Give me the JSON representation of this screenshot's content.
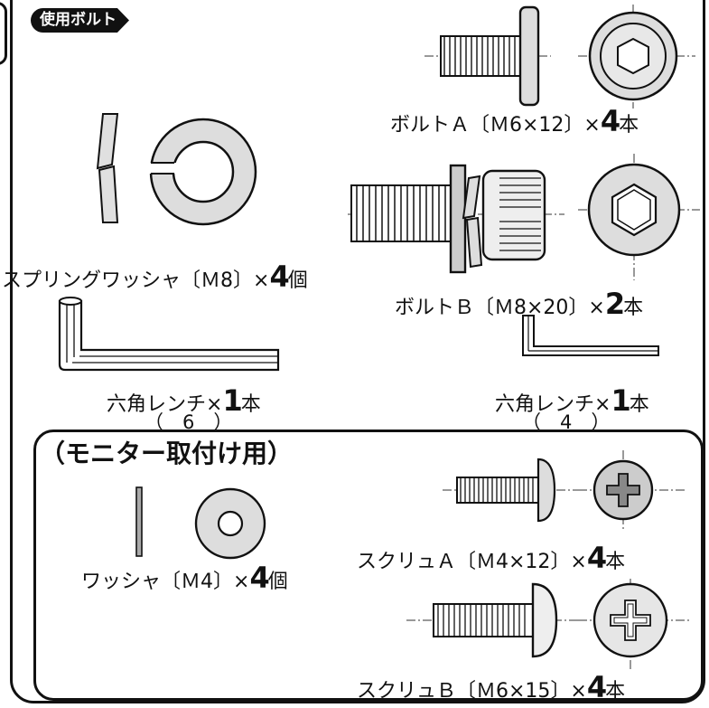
{
  "badge": "使用ボルト",
  "bolt_a": {
    "name": "ボルトＡ〔Ｍ6×12〕×",
    "qty": "4",
    "unit": "本"
  },
  "bolt_b": {
    "name": "ボルトＢ〔Ｍ8×20〕×",
    "qty": "2",
    "unit": "本"
  },
  "spring_washer": {
    "name": "スプリングワッシャ〔Ｍ8〕×",
    "qty": "4",
    "unit": "個"
  },
  "hex_wrench_6": {
    "name": "六角レンチ×",
    "qty": "1",
    "unit": "本",
    "size": "（　6　）"
  },
  "hex_wrench_4": {
    "name": "六角レンチ×",
    "qty": "1",
    "unit": "本",
    "size": "（　4　）"
  },
  "monitor_section": {
    "heading": "（モニター取付け用）"
  },
  "washer_m4": {
    "name": "ワッシャ〔Ｍ4〕×",
    "qty": "4",
    "unit": "個"
  },
  "screw_a": {
    "name": "スクリュＡ〔Ｍ4×12〕×",
    "qty": "4",
    "unit": "本"
  },
  "screw_b": {
    "name": "スクリュＢ〔Ｍ6×15〕×",
    "qty": "4",
    "unit": "本"
  }
}
